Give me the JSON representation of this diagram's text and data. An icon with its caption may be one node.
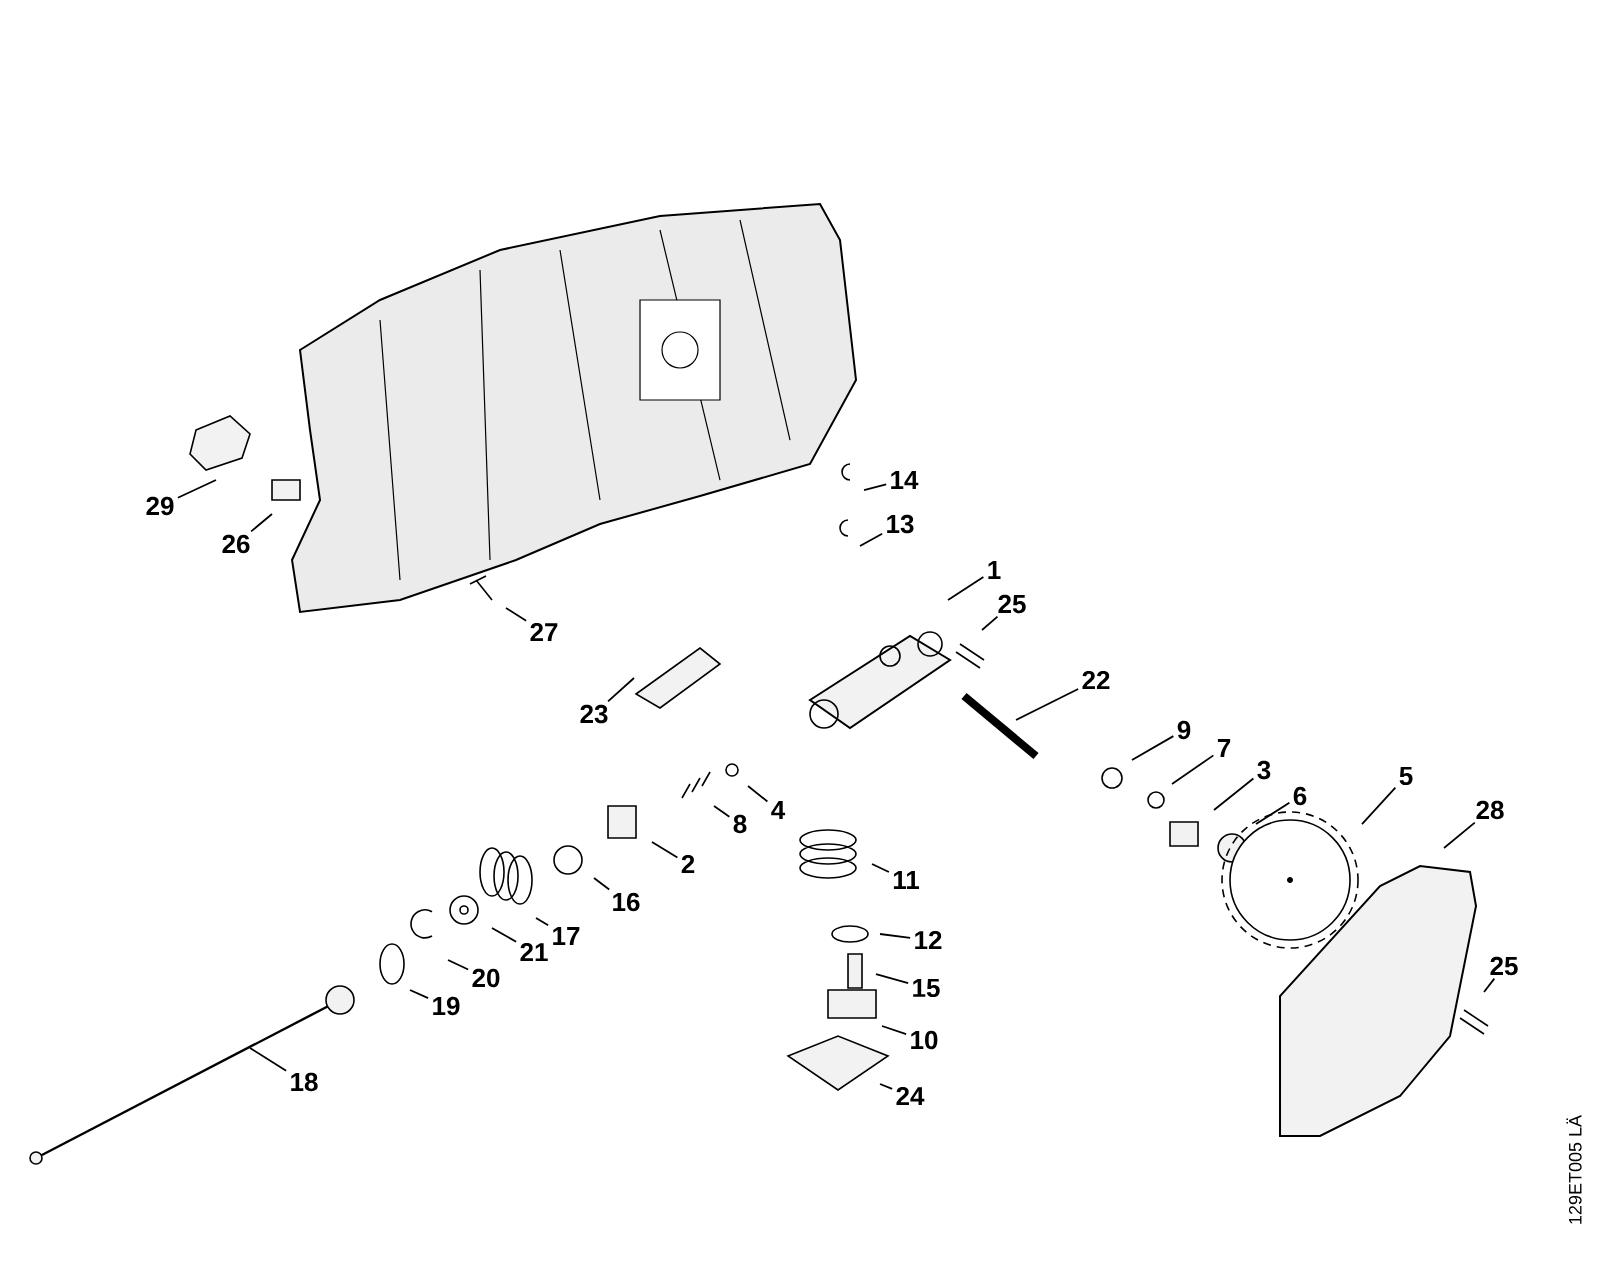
{
  "diagram": {
    "nodes": [
      {
        "text": [
          "29"
        ]
      },
      {
        "text": [
          "26"
        ]
      },
      {
        "text": [
          "14"
        ]
      },
      {
        "text": [
          "13"
        ]
      },
      {
        "text": [
          "1"
        ]
      },
      {
        "text": [
          "27"
        ]
      },
      {
        "text": [
          "25"
        ]
      },
      {
        "text": [
          "23"
        ]
      },
      {
        "text": [
          "22"
        ]
      },
      {
        "text": [
          "9"
        ]
      },
      {
        "text": [
          "7"
        ]
      },
      {
        "text": [
          "4"
        ]
      },
      {
        "text": [
          "8"
        ]
      },
      {
        "text": [
          "3"
        ]
      },
      {
        "text": [
          "6"
        ]
      },
      {
        "text": [
          "5"
        ]
      },
      {
        "text": [
          "28"
        ]
      },
      {
        "text": [
          "2"
        ]
      },
      {
        "text": [
          "11"
        ]
      },
      {
        "text": [
          "16"
        ]
      },
      {
        "text": [
          "17"
        ]
      },
      {
        "text": [
          "21"
        ]
      },
      {
        "text": [
          "12"
        ]
      },
      {
        "text": [
          "20"
        ]
      },
      {
        "text": [
          "19"
        ]
      },
      {
        "text": [
          "15"
        ]
      },
      {
        "text": [
          "25"
        ]
      },
      {
        "text": [
          "10"
        ]
      },
      {
        "text": [
          "18"
        ]
      },
      {
        "text": [
          "24"
        ]
      }
    ],
    "edges": [
      {
        "from": 0,
        "to": null,
        "arrow": "none"
      },
      {
        "from": 1,
        "to": null,
        "arrow": "none"
      },
      {
        "from": 2,
        "to": null,
        "arrow": "none"
      },
      {
        "from": 3,
        "to": null,
        "arrow": "none"
      },
      {
        "from": 4,
        "to": null,
        "arrow": "none"
      },
      {
        "from": 5,
        "to": null,
        "arrow": "none"
      },
      {
        "from": 6,
        "to": null,
        "arrow": "none"
      },
      {
        "from": 7,
        "to": null,
        "arrow": "none"
      },
      {
        "from": 8,
        "to": null,
        "arrow": "none"
      },
      {
        "from": 9,
        "to": null,
        "arrow": "none"
      },
      {
        "from": 10,
        "to": null,
        "arrow": "none"
      },
      {
        "from": 11,
        "to": null,
        "arrow": "none"
      },
      {
        "from": 12,
        "to": null,
        "arrow": "none"
      },
      {
        "from": 13,
        "to": null,
        "arrow": "none"
      },
      {
        "from": 14,
        "to": null,
        "arrow": "none"
      },
      {
        "from": 15,
        "to": null,
        "arrow": "none"
      },
      {
        "from": 16,
        "to": null,
        "arrow": "none"
      },
      {
        "from": 17,
        "to": null,
        "arrow": "none"
      },
      {
        "from": 18,
        "to": null,
        "arrow": "none"
      },
      {
        "from": 19,
        "to": null,
        "arrow": "none"
      },
      {
        "from": 20,
        "to": null,
        "arrow": "none"
      },
      {
        "from": 21,
        "to": null,
        "arrow": "none"
      },
      {
        "from": 22,
        "to": null,
        "arrow": "none"
      },
      {
        "from": 23,
        "to": null,
        "arrow": "none"
      },
      {
        "from": 24,
        "to": null,
        "arrow": "none"
      },
      {
        "from": 25,
        "to": null,
        "arrow": "none"
      },
      {
        "from": 26,
        "to": null,
        "arrow": "none"
      },
      {
        "from": 27,
        "to": null,
        "arrow": "none"
      },
      {
        "from": 28,
        "to": null,
        "arrow": "none"
      },
      {
        "from": 29,
        "to": null,
        "arrow": "none"
      }
    ],
    "labels": [
      "129ET005 LÄ"
    ]
  }
}
